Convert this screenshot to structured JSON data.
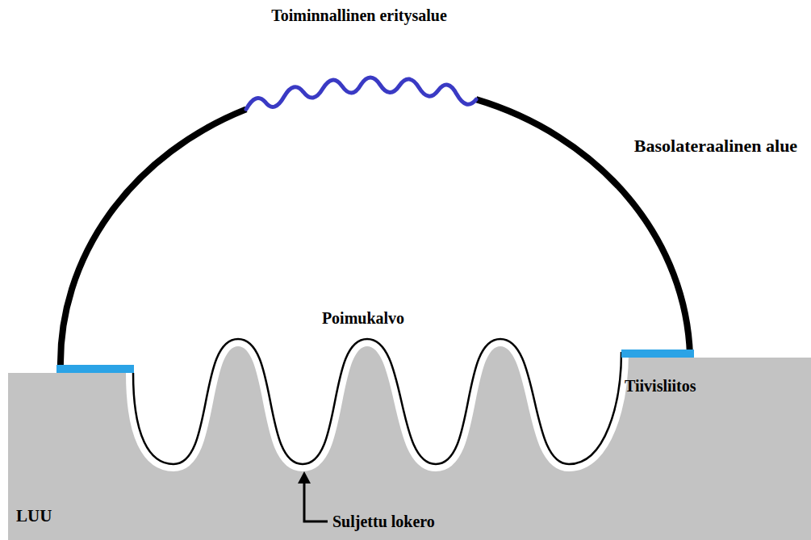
{
  "diagram": {
    "labels": [
      "Toiminnallinen eritysalue",
      "Basolateraalinen alue",
      "Poimukalvo",
      "Tiivisliitos",
      "LUU",
      "Suljettu lokero"
    ]
  }
}
